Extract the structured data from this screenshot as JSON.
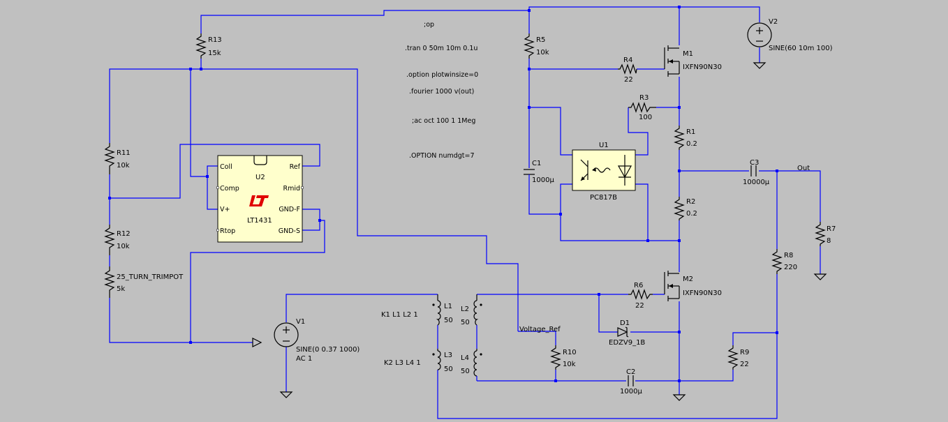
{
  "directives": {
    "op": ";op",
    "tran": ".tran 0 50m 10m 0.1u",
    "plotwin": ".option plotwinsize=0",
    "fourier": ".fourier 1000 v(out)",
    "ac": ";ac oct 100 1 1Meg",
    "numdgt": ".OPTION numdgt=7"
  },
  "components": {
    "r13": {
      "name": "R13",
      "value": "15k"
    },
    "r11": {
      "name": "R11",
      "value": "10k"
    },
    "r12": {
      "name": "R12",
      "value": "10k"
    },
    "trimpot": {
      "name": "25_TURN_TRIMPOT",
      "value": "5k"
    },
    "u2": {
      "name": "U2",
      "part": "LT1431",
      "pins": {
        "coll": "Coll",
        "comp": "Comp",
        "vplus": "V+",
        "rtop": "Rtop",
        "ref": "Ref",
        "rmid": "Rmid",
        "gndf": "GND-F",
        "gnds": "GND-S"
      }
    },
    "r5": {
      "name": "R5",
      "value": "10k"
    },
    "r4": {
      "name": "R4",
      "value": "22"
    },
    "m1": {
      "name": "M1",
      "part": "IXFN90N30"
    },
    "v2": {
      "name": "V2",
      "value": "SINE(60 10m 100)"
    },
    "r3": {
      "name": "R3",
      "value": "100"
    },
    "r1": {
      "name": "R1",
      "value": "0.2"
    },
    "c1": {
      "name": "C1",
      "value": "1000µ"
    },
    "u1": {
      "name": "U1",
      "part": "PC817B"
    },
    "c3": {
      "name": "C3",
      "value": "10000µ"
    },
    "out": {
      "label": "Out"
    },
    "r7": {
      "name": "R7",
      "value": "8"
    },
    "r2": {
      "name": "R2",
      "value": "0.2"
    },
    "r8": {
      "name": "R8",
      "value": "220"
    },
    "m2": {
      "name": "M2",
      "part": "IXFN90N30"
    },
    "r6": {
      "name": "R6",
      "value": "22"
    },
    "v1": {
      "name": "V1",
      "value": "SINE(0 0.37 1000)",
      "ac": "AC 1"
    },
    "l1": {
      "name": "L1",
      "value": "50"
    },
    "l2": {
      "name": "L2",
      "value": "50"
    },
    "l3": {
      "name": "L3",
      "value": "50"
    },
    "l4": {
      "name": "L4",
      "value": "50"
    },
    "k1": {
      "text": "K1 L1 L2 1"
    },
    "k2": {
      "text": "K2 L3 L4 1"
    },
    "vref": {
      "label": "Voltage_Ref"
    },
    "d1": {
      "name": "D1",
      "part": "EDZV9_1B"
    },
    "r10": {
      "name": "R10",
      "value": "10k"
    },
    "r9": {
      "name": "R9",
      "value": "22"
    },
    "c2": {
      "name": "C2",
      "value": "1000µ"
    }
  },
  "colors": {
    "background": "#c0c0c0",
    "wire": "#0000ff",
    "component": "#000000",
    "logo": "#e00000"
  }
}
